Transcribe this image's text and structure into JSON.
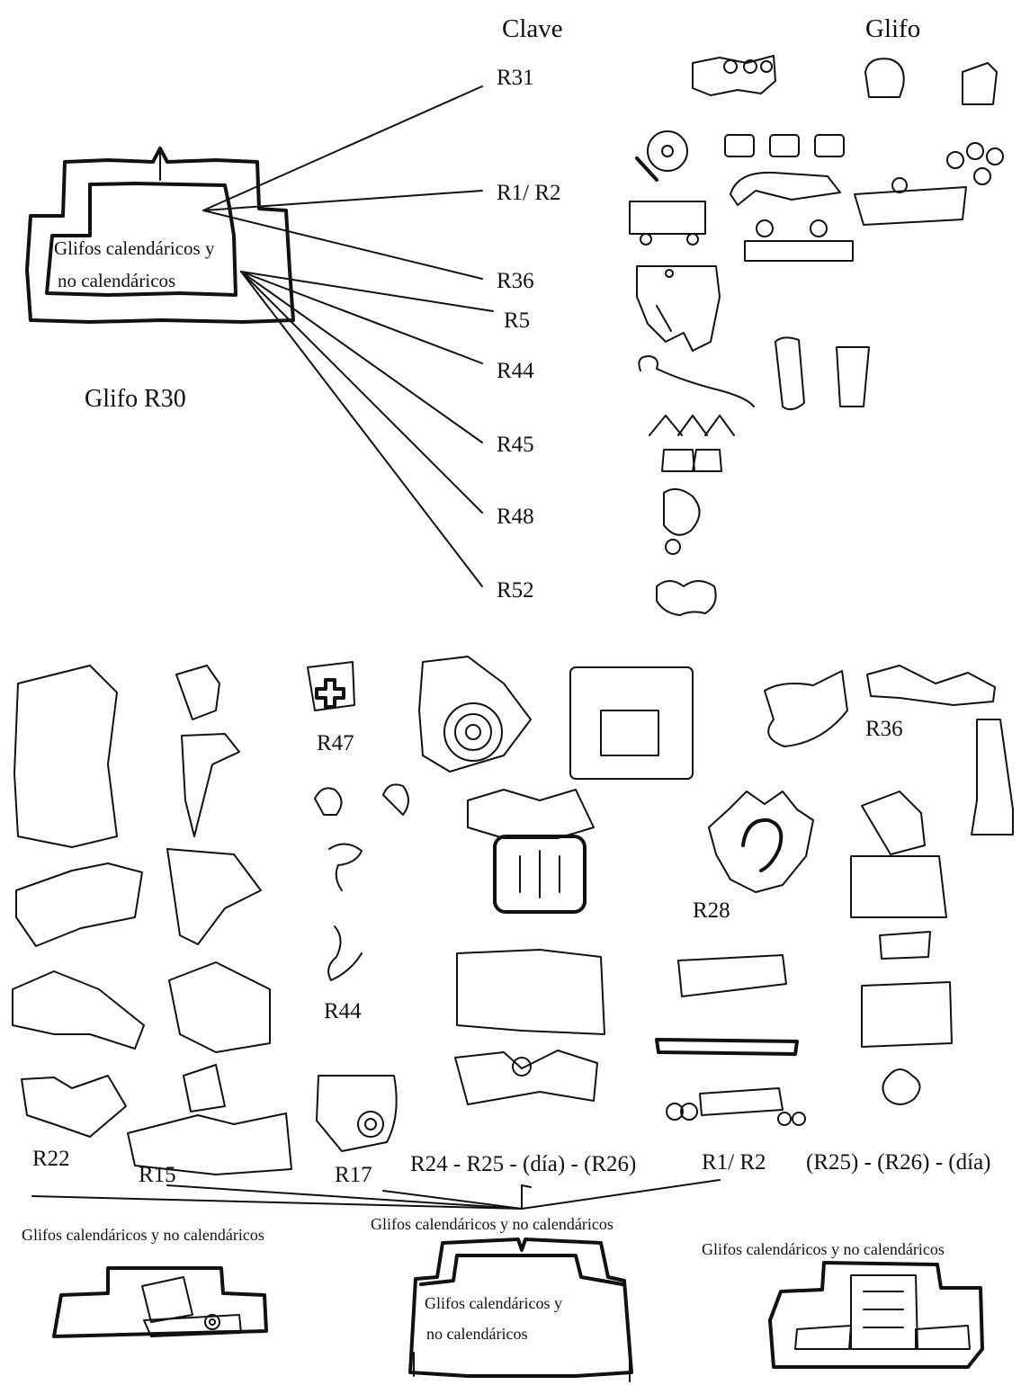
{
  "headers": {
    "clave": "Clave",
    "glifo": "Glifo"
  },
  "key_codes": [
    "R31",
    "R1/ R2",
    "R36",
    "R5",
    "R44",
    "R45",
    "R48",
    "R52"
  ],
  "main_glyph": {
    "inner_text_line1": "Glifos calendáricos y",
    "inner_text_line2": "no calendáricos",
    "caption": "Glifo R30"
  },
  "lower_labels": {
    "r47": "R47",
    "r36": "R36",
    "r28": "R28",
    "r44": "R44",
    "r22": "R22",
    "r15": "R15",
    "r17": "R17",
    "r24_group": "R24 - R25 - (día) - (R26)",
    "r1r2": "R1/ R2",
    "r25_group": "(R25) - (R26) - (día)"
  },
  "bottom_row": {
    "center_caption": "Glifos calendáricos y no calendáricos",
    "left_caption": "Glifos calendáricos y no calendáricos",
    "right_caption": "Glifos calendáricos y no calendáricos",
    "center_inner_line1": "Glifos calendáricos y",
    "center_inner_line2": "no calendáricos"
  }
}
